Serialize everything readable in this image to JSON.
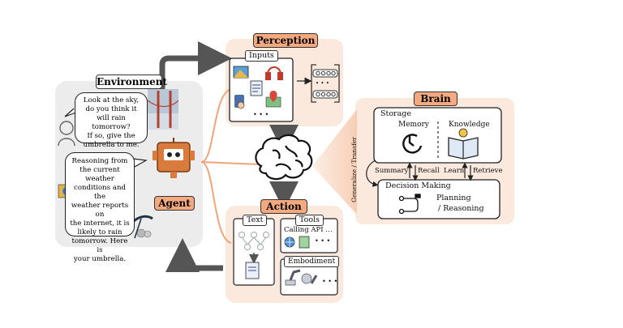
{
  "environment": {
    "title": "Environment",
    "user_bubble": [
      "Look at the sky,",
      "do you think it",
      "will rain tomorrow?",
      "If so, give the",
      "umbrella to me."
    ],
    "agent_bubble": [
      "Reasoning from",
      "the current weather",
      "conditions and the",
      "weather reports on",
      "the internet, it is",
      "likely to rain",
      "tomorrow. Here is",
      "your umbrella."
    ]
  },
  "agent": {
    "label": "Agent"
  },
  "perception": {
    "title": "Perception",
    "inputs_label": "Inputs",
    "ellipsis": "• • •",
    "panel_dots": "• • •"
  },
  "brain": {
    "title": "Brain",
    "storage_label": "Storage",
    "memory_label": "Memory",
    "knowledge_label": "Knowledge",
    "generalize_label": "Generalize / Transfer",
    "summary_label": "Summary",
    "recall_label": "Recall",
    "learn_label": "Learn",
    "retrieve_label": "Retrieve",
    "decision_label": "Decision Making",
    "planning_label": "Planning",
    "reasoning_label": "/ Reasoning"
  },
  "action": {
    "title": "Action",
    "text_label": "Text",
    "tools_label": "Tools",
    "calling_api": "Calling API …",
    "tools_ellipsis": "• • •",
    "embodiment_label": "Embodiment",
    "embodiment_ellipsis": "• • •"
  },
  "colors": {
    "panel_peach": "#fbe9de",
    "label_orange": "#f5a97f",
    "env_gray": "#ececec",
    "arrow_gray": "#555555",
    "agent_orange": "#d97b3c"
  }
}
